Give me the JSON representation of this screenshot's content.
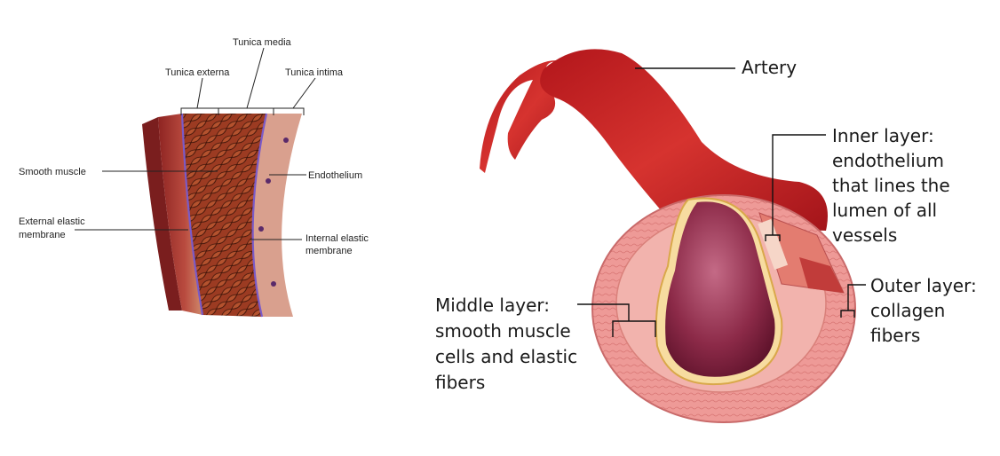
{
  "left_panel": {
    "labels": {
      "tunica_media": "Tunica media",
      "tunica_externa": "Tunica externa",
      "tunica_intima": "Tunica intima",
      "smooth_muscle": "Smooth muscle",
      "endothelium": "Endothelium",
      "external_elastic_1": "External elastic",
      "external_elastic_2": "membrane",
      "internal_elastic_1": "Internal elastic",
      "internal_elastic_2": "membrane"
    }
  },
  "right_panel": {
    "labels": {
      "artery": "Artery",
      "inner": [
        "Inner layer:",
        "endothelium",
        "that lines the",
        "lumen of all",
        "vessels"
      ],
      "outer": [
        "Outer layer:",
        "collagen",
        "fibers"
      ],
      "middle": [
        "Middle layer:",
        "smooth muscle",
        "cells and elastic",
        "fibers"
      ]
    }
  },
  "colors": {
    "artery_red": "#c8262a",
    "muscle_brown": "#8a3420",
    "elastic_purple": "#7a5ac8",
    "tissue_pink": "#e9a3a0",
    "lumen_maroon": "#8c2a48"
  }
}
